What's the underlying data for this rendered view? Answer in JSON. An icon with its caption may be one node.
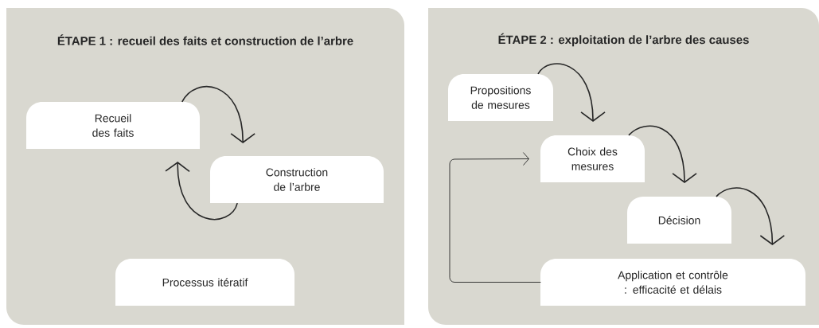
{
  "diagram": {
    "nodes": [
      {
        "text": [
          "ÉTAPE 1 : recueil des faits et construction de l’arbre"
        ]
      },
      {
        "text": [
          "Recueil des faits"
        ],
        "in": 0
      },
      {
        "text": [
          "Construction de l’arbre"
        ],
        "in": 0
      },
      {
        "text": [
          "Processus itératif"
        ],
        "in": 0
      },
      {
        "text": [
          "ÉTAPE 2 : exploitation de l’arbre des causes"
        ]
      },
      {
        "text": [
          "Propositions de mesures"
        ],
        "in": 4
      },
      {
        "text": [
          "Choix des mesures"
        ],
        "in": 4
      },
      {
        "text": [
          "Décision"
        ],
        "in": 4
      },
      {
        "text": [
          "Application et contrôle : efficacité et délais"
        ],
        "in": 4
      }
    ],
    "edges": [
      {
        "from": 1,
        "to": 2,
        "arrow": "to"
      },
      {
        "from": 2,
        "to": 1,
        "arrow": "to"
      },
      {
        "from": 5,
        "to": 6,
        "arrow": "to"
      },
      {
        "from": 6,
        "to": 7,
        "arrow": "to"
      },
      {
        "from": 7,
        "to": 8,
        "arrow": "to"
      },
      {
        "from": 8,
        "to": 6,
        "arrow": "to"
      }
    ]
  }
}
